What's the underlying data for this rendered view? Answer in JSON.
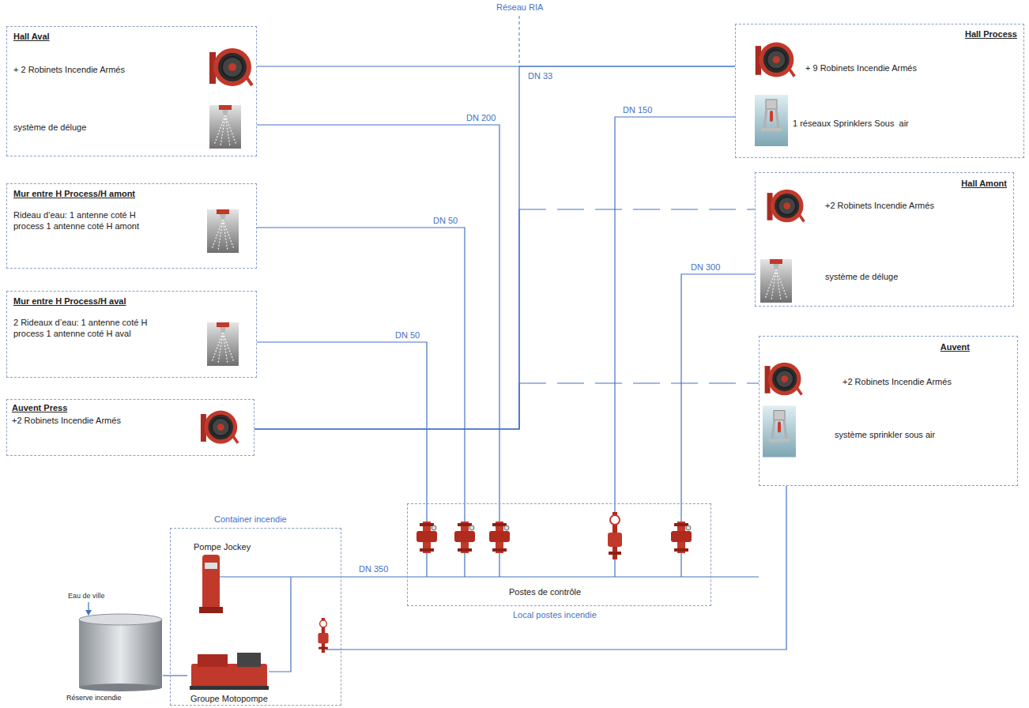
{
  "diagram": {
    "nodes": [
      {
        "text": [
          "Hall Aval",
          "+ 2 Robinets Incendie Armés",
          "système de déluge"
        ]
      },
      {
        "text": [
          "Hall Process",
          "+ 9 Robinets Incendie Armés",
          "1 réseaux Sprinklers Sous  air"
        ]
      },
      {
        "text": [
          "Mur entre H Process/H amont",
          "Rideau d’eau: 1 antenne coté H process 1 antenne coté H amont"
        ]
      },
      {
        "text": [
          "Hall Amont",
          "+2 Robinets Incendie Armés",
          "système de déluge"
        ]
      },
      {
        "text": [
          "Mur entre H Process/H aval",
          "2 Rideaux d’eau: 1 antenne coté H process 1 antenne coté H aval"
        ]
      },
      {
        "text": [
          "Auvent",
          "+2 Robinets Incendie Armés",
          "système sprinkler sous air"
        ]
      },
      {
        "text": [
          "Auvent Press",
          "+2 Robinets Incendie Armés"
        ]
      },
      {
        "text": [
          "Container incendie"
        ]
      },
      {
        "text": [
          "Pompe Jockey"
        ],
        "in": 7
      },
      {
        "text": [
          "Groupe Motopompe"
        ],
        "in": 7
      },
      {
        "text": [
          "Postes de contrôle",
          "Local postes incendie"
        ]
      },
      {
        "text": [
          "Réserve incendie"
        ]
      }
    ],
    "edges": [
      {
        "from": 10,
        "to": 0,
        "arrow": "none",
        "label": "DN 200"
      },
      {
        "from": 10,
        "to": 2,
        "arrow": "none",
        "label": "DN 50"
      },
      {
        "from": 10,
        "to": 4,
        "arrow": "none",
        "label": "DN 50"
      },
      {
        "from": 10,
        "to": 1,
        "arrow": "none",
        "label": "DN 150"
      },
      {
        "from": 10,
        "to": 3,
        "arrow": "none",
        "label": "DN 300"
      },
      {
        "from": 7,
        "to": 10,
        "arrow": "none",
        "label": "DN 350"
      },
      {
        "from": 7,
        "to": 5,
        "arrow": "none"
      },
      {
        "from": 11,
        "to": 9,
        "arrow": "none"
      },
      {
        "from": 0,
        "to": 1,
        "arrow": "none",
        "label": "DN 33"
      },
      {
        "from": 6,
        "to": 1,
        "arrow": "none"
      },
      {
        "from": 6,
        "to": 3,
        "arrow": "none"
      },
      {
        "from": 6,
        "to": 5,
        "arrow": "none"
      }
    ],
    "labels": [
      "Réseau RIA",
      "Eau de ville"
    ]
  }
}
